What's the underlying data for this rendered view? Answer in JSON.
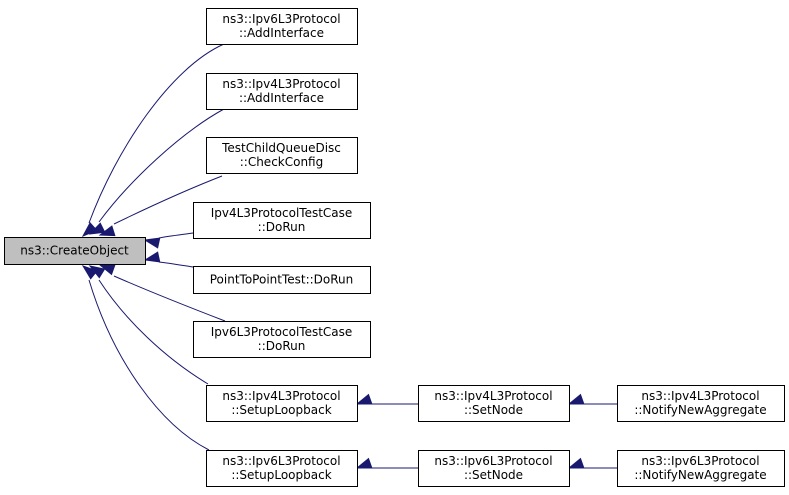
{
  "graph": {
    "edge_color": "#191970",
    "root_fill": "#bfbfbf",
    "nodes": [
      {
        "id": "create_object",
        "lines": [
          "ns3::CreateObject"
        ],
        "root": true
      },
      {
        "id": "ipv6_addinterface",
        "lines": [
          "ns3::Ipv6L3Protocol",
          "::AddInterface"
        ]
      },
      {
        "id": "ipv4_addinterface",
        "lines": [
          "ns3::Ipv4L3Protocol",
          "::AddInterface"
        ]
      },
      {
        "id": "testchild_checkconfig",
        "lines": [
          "TestChildQueueDisc",
          "::CheckConfig"
        ]
      },
      {
        "id": "ipv4_testcase_dorun",
        "lines": [
          "Ipv4L3ProtocolTestCase",
          "::DoRun"
        ]
      },
      {
        "id": "p2p_dorun",
        "lines": [
          "PointToPointTest::DoRun"
        ]
      },
      {
        "id": "ipv6_testcase_dorun",
        "lines": [
          "Ipv6L3ProtocolTestCase",
          "::DoRun"
        ]
      },
      {
        "id": "ipv4_setuploopback",
        "lines": [
          "ns3::Ipv4L3Protocol",
          "::SetupLoopback"
        ]
      },
      {
        "id": "ipv6_setuploopback",
        "lines": [
          "ns3::Ipv6L3Protocol",
          "::SetupLoopback"
        ]
      },
      {
        "id": "ipv4_setnode",
        "lines": [
          "ns3::Ipv4L3Protocol",
          "::SetNode"
        ]
      },
      {
        "id": "ipv6_setnode",
        "lines": [
          "ns3::Ipv6L3Protocol",
          "::SetNode"
        ]
      },
      {
        "id": "ipv4_notify",
        "lines": [
          "ns3::Ipv4L3Protocol",
          "::NotifyNewAggregate"
        ]
      },
      {
        "id": "ipv6_notify",
        "lines": [
          "ns3::Ipv6L3Protocol",
          "::NotifyNewAggregate"
        ]
      }
    ],
    "edges": [
      {
        "from": "ipv6_addinterface",
        "to": "create_object"
      },
      {
        "from": "ipv4_addinterface",
        "to": "create_object"
      },
      {
        "from": "testchild_checkconfig",
        "to": "create_object"
      },
      {
        "from": "ipv4_testcase_dorun",
        "to": "create_object"
      },
      {
        "from": "p2p_dorun",
        "to": "create_object"
      },
      {
        "from": "ipv6_testcase_dorun",
        "to": "create_object"
      },
      {
        "from": "ipv4_setuploopback",
        "to": "create_object"
      },
      {
        "from": "ipv6_setuploopback",
        "to": "create_object"
      },
      {
        "from": "ipv4_setnode",
        "to": "ipv4_setuploopback"
      },
      {
        "from": "ipv4_notify",
        "to": "ipv4_setnode"
      },
      {
        "from": "ipv6_setnode",
        "to": "ipv6_setuploopback"
      },
      {
        "from": "ipv6_notify",
        "to": "ipv6_setnode"
      }
    ]
  }
}
